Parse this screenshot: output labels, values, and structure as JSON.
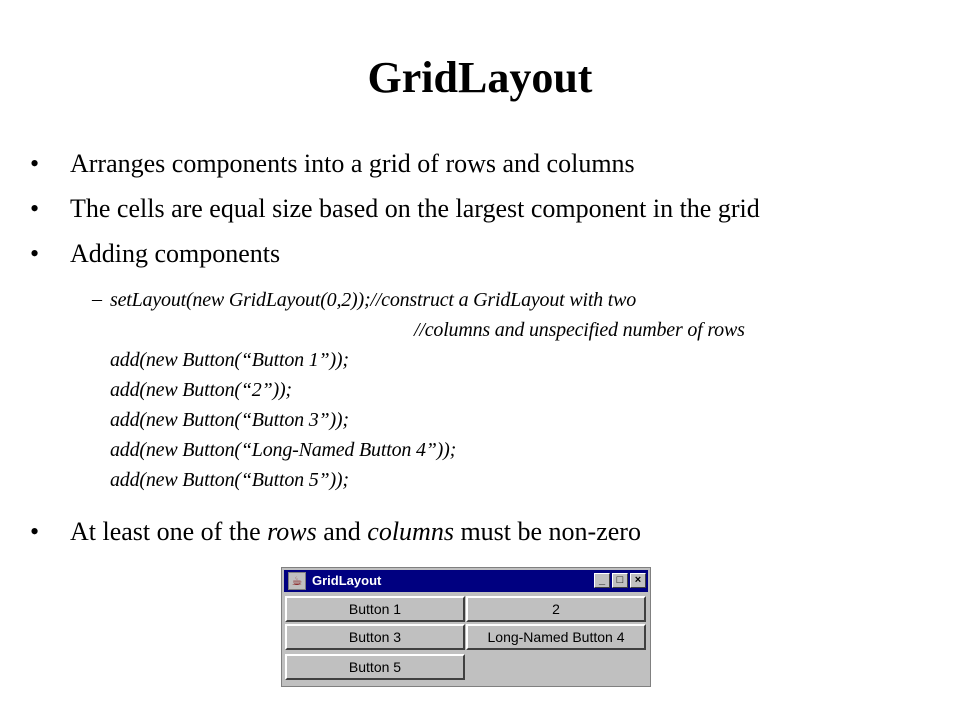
{
  "slide": {
    "title": "GridLayout",
    "bullets": [
      "Arranges components into a grid of rows and columns",
      "The cells are equal size based on the largest component in the grid",
      "Adding components"
    ],
    "bullet_marker": "•",
    "dash_marker": "–",
    "code_lines": [
      "setLayout(new GridLayout(0,2));//construct a GridLayout with two",
      "//columns and unspecified number of rows",
      "add(new Button(“Button 1”));",
      "add(new Button(“2”));",
      "add(new Button(“Button 3”));",
      "add(new Button(“Long-Named Button 4”));",
      "add(new Button(“Button 5”));"
    ],
    "last_bullet": {
      "part1": "At least one of the ",
      "rows": "rows",
      "part2": " and ",
      "columns": "columns",
      "part3": " must be non-zero"
    }
  },
  "window": {
    "title": "GridLayout",
    "minimize_glyph": "_",
    "maximize_glyph": "□",
    "close_glyph": "×",
    "app_icon_glyph": "☕",
    "buttons": [
      "Button 1",
      "2",
      "Button 3",
      "Long-Named Button 4",
      "Button 5"
    ]
  }
}
